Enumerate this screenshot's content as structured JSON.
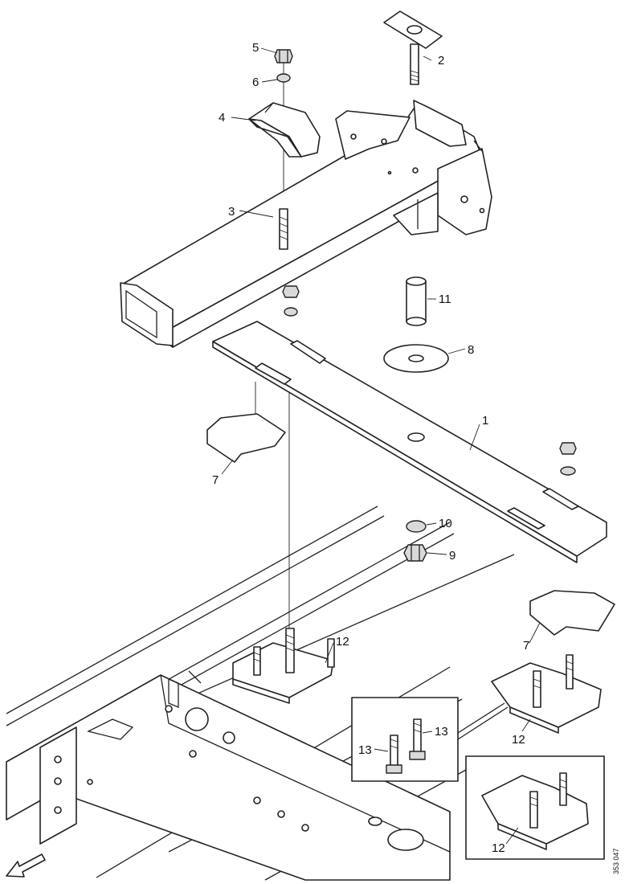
{
  "callouts": {
    "c1": "1",
    "c2": "2",
    "c3": "3",
    "c4": "4",
    "c5": "5",
    "c6": "6",
    "c7a": "7",
    "c7b": "7",
    "c8": "8",
    "c9": "9",
    "c10": "10",
    "c11": "11",
    "c12a": "12",
    "c12b": "12",
    "c12c": "12",
    "c13a": "13",
    "c13b": "13"
  },
  "drawing_reference": "353 047"
}
